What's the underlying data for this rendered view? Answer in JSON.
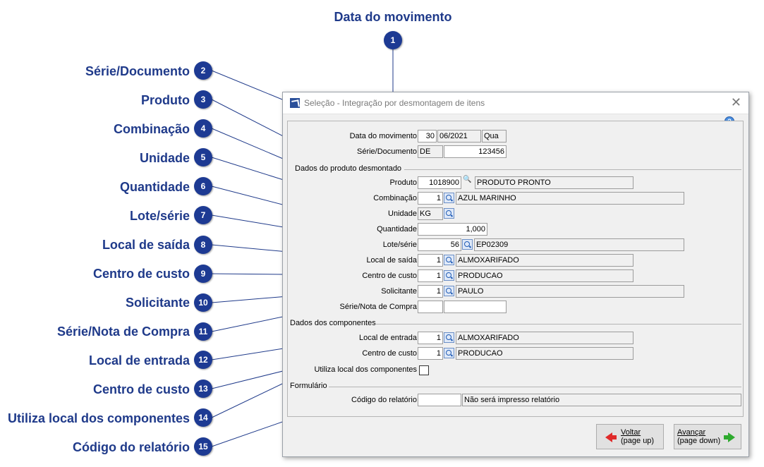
{
  "callouts": [
    {
      "n": "1",
      "label": "Data do movimento"
    },
    {
      "n": "2",
      "label": "Série/Documento"
    },
    {
      "n": "3",
      "label": "Produto"
    },
    {
      "n": "4",
      "label": "Combinação"
    },
    {
      "n": "5",
      "label": "Unidade"
    },
    {
      "n": "6",
      "label": "Quantidade"
    },
    {
      "n": "7",
      "label": "Lote/série"
    },
    {
      "n": "8",
      "label": "Local de saída"
    },
    {
      "n": "9",
      "label": "Centro de custo"
    },
    {
      "n": "10",
      "label": "Solicitante"
    },
    {
      "n": "11",
      "label": "Série/Nota de Compra"
    },
    {
      "n": "12",
      "label": "Local de entrada"
    },
    {
      "n": "13",
      "label": "Centro de custo"
    },
    {
      "n": "14",
      "label": "Utiliza local dos componentes"
    },
    {
      "n": "15",
      "label": "Código do relatório"
    }
  ],
  "dialog": {
    "title": "Seleção - Integração por desmontagem de itens",
    "close": "✕",
    "help": "?"
  },
  "form": {
    "data_movimento": {
      "label": "Data do movimento",
      "day": "30",
      "monthyear": "06/2021",
      "weekday": "Qua"
    },
    "serie_documento": {
      "label": "Série/Documento",
      "serie": "DE",
      "numero": "123456"
    },
    "sec_produto": "Dados do produto desmontado",
    "produto": {
      "label": "Produto",
      "codigo": "1018900",
      "descricao": "PRODUTO PRONTO"
    },
    "combinacao": {
      "label": "Combinação",
      "codigo": "1",
      "descricao": "AZUL MARINHO"
    },
    "unidade": {
      "label": "Unidade",
      "valor": "KG"
    },
    "quantidade": {
      "label": "Quantidade",
      "valor": "1,000"
    },
    "lote_serie": {
      "label": "Lote/série",
      "codigo": "56",
      "descricao": "EP02309"
    },
    "local_saida": {
      "label": "Local de saída",
      "codigo": "1",
      "descricao": "ALMOXARIFADO"
    },
    "centro_custo": {
      "label": "Centro de custo",
      "codigo": "1",
      "descricao": "PRODUCAO"
    },
    "solicitante": {
      "label": "Solicitante",
      "codigo": "1",
      "descricao": "PAULO"
    },
    "serie_nota_compra": {
      "label": "Série/Nota de Compra",
      "serie": "",
      "numero": ""
    },
    "sec_componentes": "Dados dos componentes",
    "local_entrada": {
      "label": "Local de entrada",
      "codigo": "1",
      "descricao": "ALMOXARIFADO"
    },
    "centro_custo_comp": {
      "label": "Centro de custo",
      "codigo": "1",
      "descricao": "PRODUCAO"
    },
    "utiliza_local": {
      "label": "Utiliza local dos componentes",
      "checked": false
    },
    "sec_formulario": "Formulário",
    "codigo_relatorio": {
      "label": "Código do relatório",
      "codigo": "",
      "descricao": "Não será impresso relatório"
    }
  },
  "buttons": {
    "voltar_1": "Voltar",
    "voltar_2": "(page up)",
    "avancar_1": "Avançar",
    "avancar_2": "(page down)"
  }
}
